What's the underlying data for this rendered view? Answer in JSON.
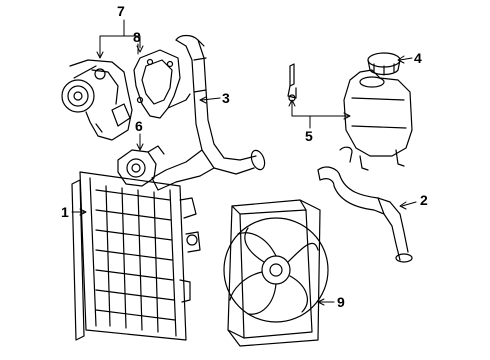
{
  "callouts": [
    {
      "id": "7",
      "label": "7"
    },
    {
      "id": "8",
      "label": "8"
    },
    {
      "id": "3",
      "label": "3"
    },
    {
      "id": "4",
      "label": "4"
    },
    {
      "id": "6",
      "label": "6"
    },
    {
      "id": "5",
      "label": "5"
    },
    {
      "id": "1",
      "label": "1"
    },
    {
      "id": "2",
      "label": "2"
    },
    {
      "id": "9",
      "label": "9"
    }
  ],
  "colors": {
    "line": "#000000",
    "background": "#ffffff"
  }
}
